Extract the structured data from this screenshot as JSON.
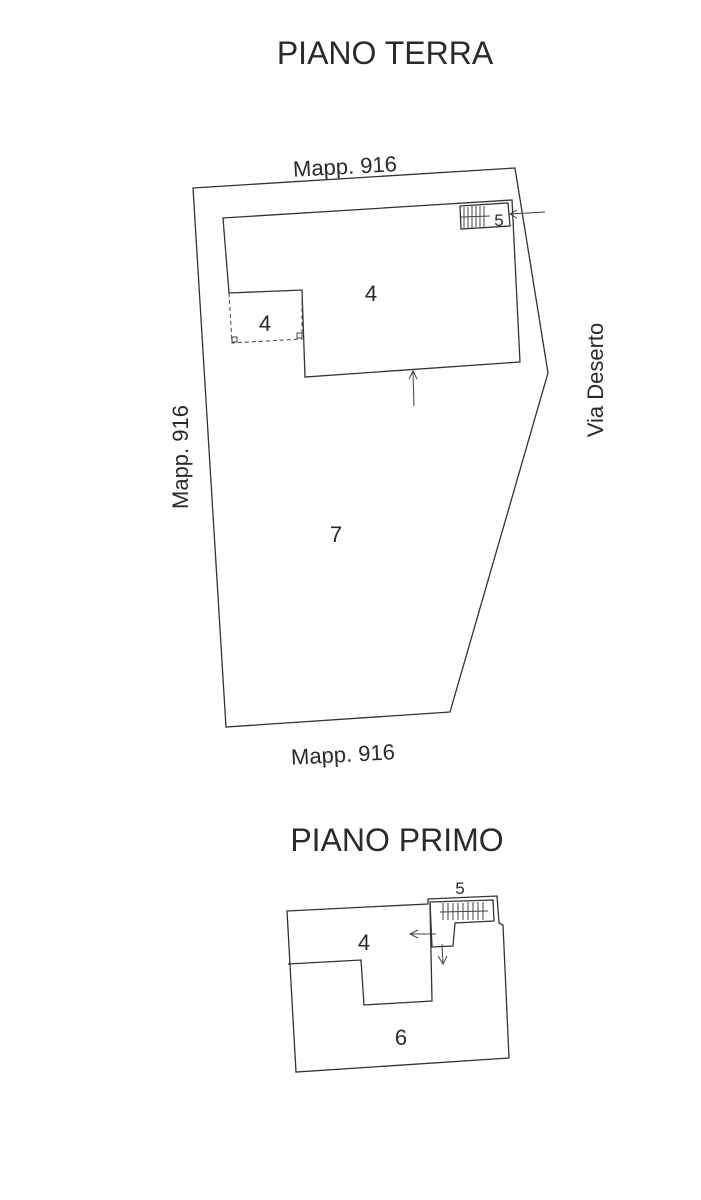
{
  "ground_floor": {
    "title": "PIANO TERRA",
    "label_top": "Mapp. 916",
    "label_left": "Mapp. 916",
    "label_bottom": "Mapp. 916",
    "label_right": "Via Deserto",
    "rooms": {
      "main": "4",
      "annex": "4",
      "stair": "5",
      "yard": "7"
    }
  },
  "first_floor": {
    "title": "PIANO PRIMO",
    "rooms": {
      "main": "4",
      "stair": "5",
      "terrace": "6"
    }
  }
}
